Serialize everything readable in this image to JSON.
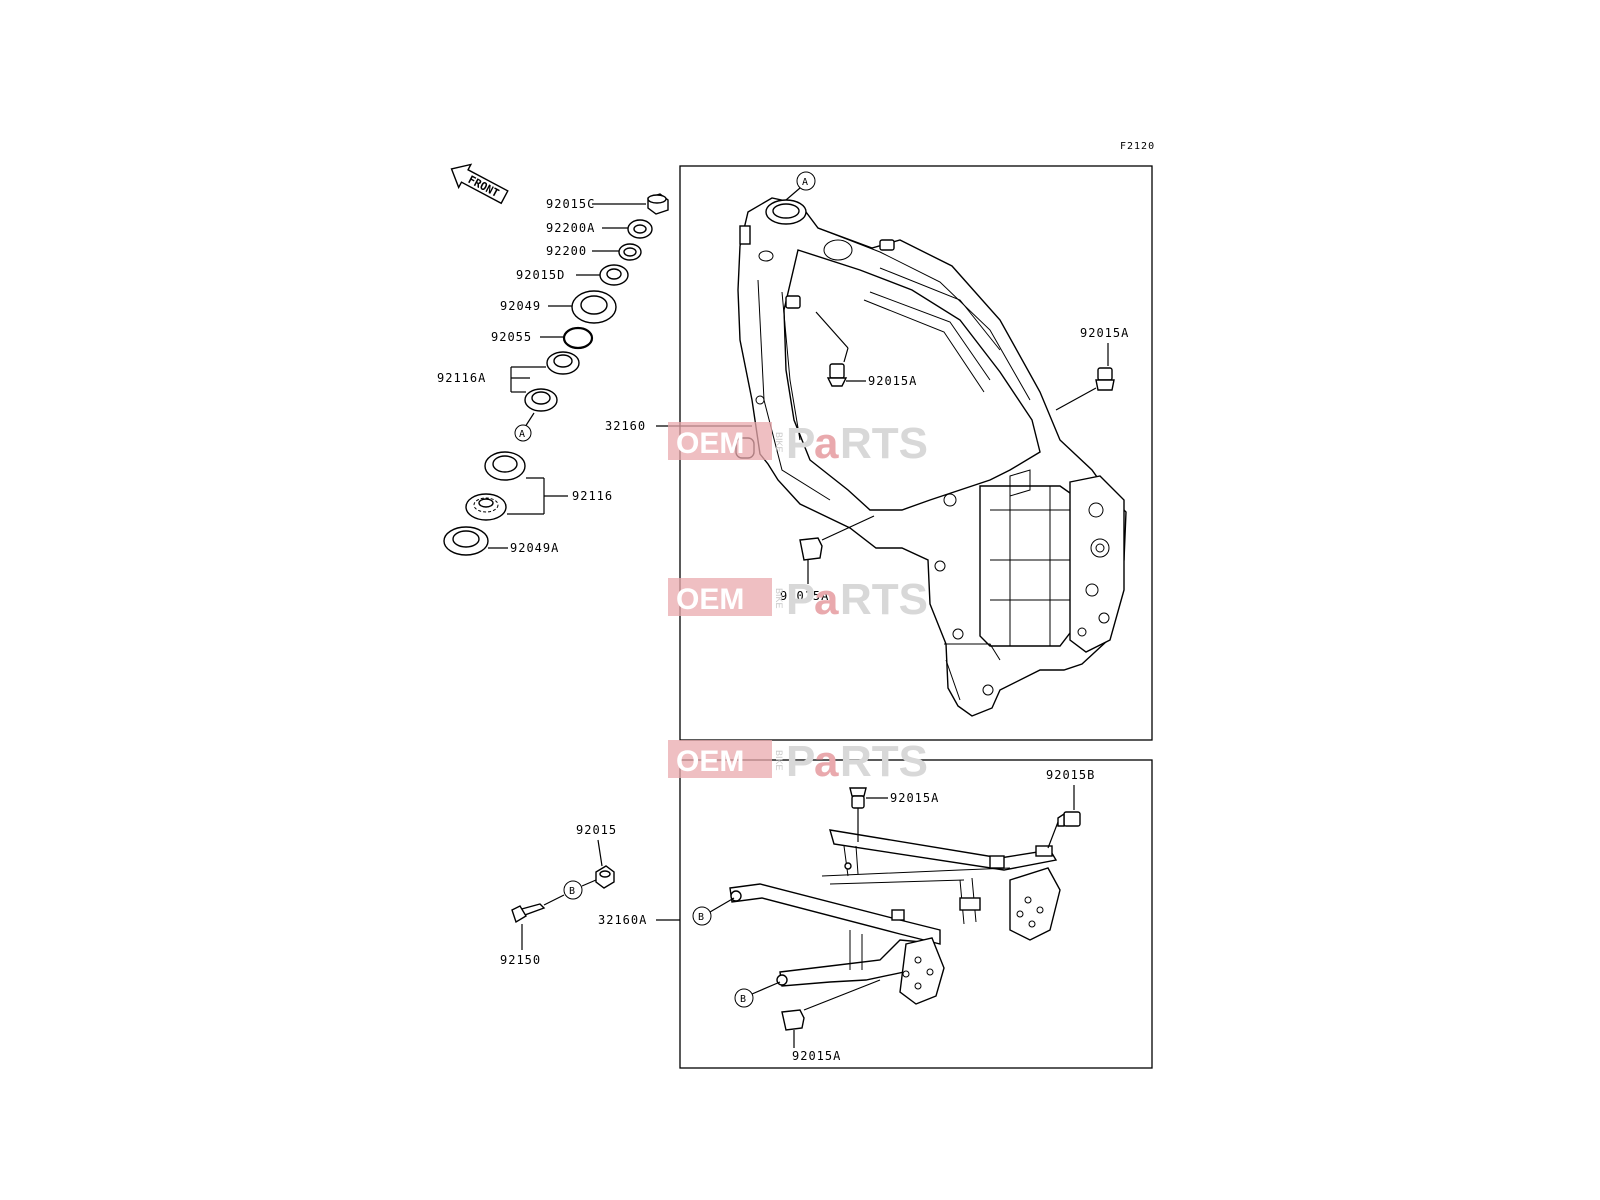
{
  "diagram_code": "F2120",
  "front_arrow": "FRONT",
  "watermark": {
    "oem": "OEM",
    "bike": "BIKE",
    "parts_p": "P",
    "parts_a": "a",
    "parts_rts": "RTS"
  },
  "callouts": {
    "a": "A",
    "b": "B"
  },
  "steering_parts": [
    "92015C",
    "92200A",
    "92200",
    "92015D",
    "92049",
    "92055",
    "92116A",
    "92116",
    "92049A"
  ],
  "frame_parts": {
    "frame": "32160",
    "bolt_upper": "92015A",
    "bolt_right": "92015A",
    "bolt_lower": "92015A"
  },
  "subframe_parts": {
    "subframe": "32160A",
    "bolt_top": "92015A",
    "bolt_right": "92015B",
    "bolt_bottom": "92015A"
  },
  "fastener_parts": {
    "nut": "92015",
    "bolt": "92150"
  }
}
